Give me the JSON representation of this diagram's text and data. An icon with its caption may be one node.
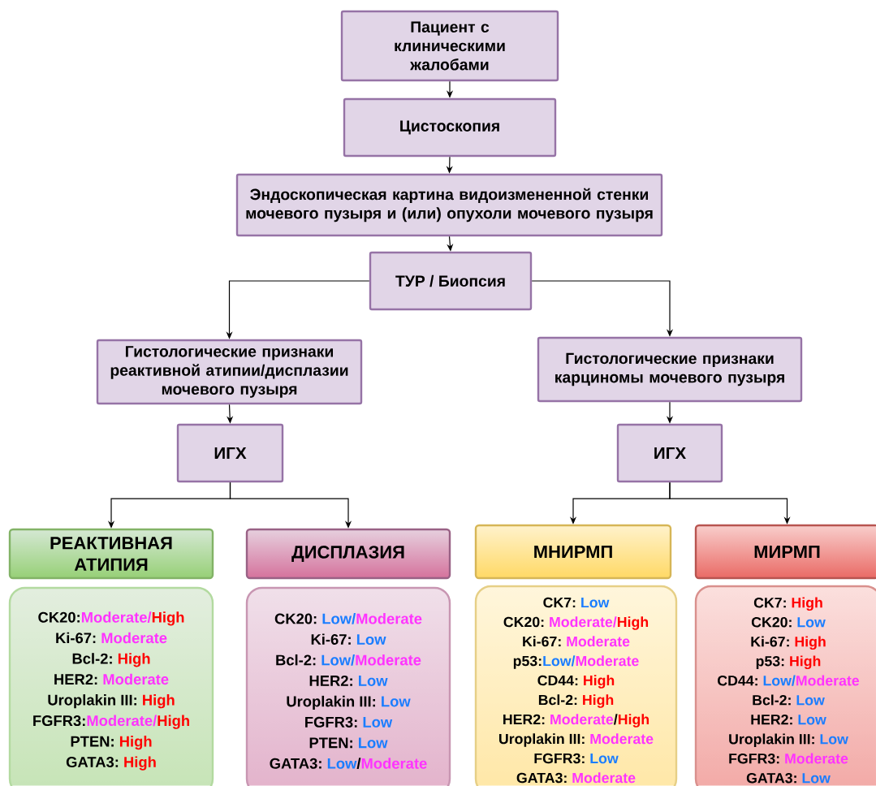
{
  "diagram": {
    "nodes": [
      {
        "text": [
          "Пациент с клиническими жалобами"
        ]
      },
      {
        "text": [
          "Цистоскопия"
        ]
      },
      {
        "text": [
          "Эндоскопическая картина видоизмененной стенки мочевого пузыря и (или) опухоли мочевого пузыря"
        ]
      },
      {
        "text": [
          "ТУР / Биопсия"
        ]
      },
      {
        "text": [
          "Гистологические признаки реактивной атипии/дисплазии мочевого пузыря"
        ]
      },
      {
        "text": [
          "Гистологические признаки карциномы мочевого пузыря"
        ]
      },
      {
        "text": [
          "ИГХ"
        ]
      },
      {
        "text": [
          "ИГХ"
        ]
      },
      {
        "text": [
          "РЕАКТИВНАЯ АТИПИЯ"
        ]
      },
      {
        "text": [
          "ДИСПЛАЗИЯ"
        ]
      },
      {
        "text": [
          "МНИРМП"
        ]
      },
      {
        "text": [
          "МИРМП"
        ]
      },
      {
        "text": [
          "CK20:",
          "Moderate/",
          "High",
          "Ki-67:",
          "Moderate",
          "Bcl-2:",
          "High",
          "HER2:",
          "Moderate",
          "Uroplakin III:",
          "High",
          "FGFR3:",
          "Moderate/",
          "High",
          "PTEN:",
          "High",
          "GATA3:",
          "High"
        ]
      },
      {
        "text": [
          "CK20:",
          "Low/",
          "Moderate",
          "Ki-67:",
          "Low",
          "Bcl-2:",
          "Low/",
          "Moderate",
          "HER2:",
          "Low",
          "Uroplakin III:",
          "Low",
          "FGFR3:",
          "Low",
          "PTEN:",
          "Low",
          "GATA3:",
          "Low",
          "/",
          "Moderate"
        ]
      },
      {
        "text": [
          "CK7:",
          "Low",
          "CK20:",
          "Moderate/",
          "High",
          "Ki-67:",
          "Moderate",
          "p53:",
          "Low/",
          "Moderate",
          "CD44:",
          "High",
          "Bcl-2:",
          "High",
          "HER2:",
          "Moderate",
          "/",
          "High",
          "Uroplakin III:",
          "Moderate",
          "FGFR3:",
          "Low",
          "GATA3:",
          "Moderate"
        ]
      },
      {
        "text": [
          "CK7:",
          "High",
          "CK20:",
          "Low",
          "Ki-67:",
          "High",
          "p53:",
          "High",
          "CD44:",
          "Low/",
          "Moderate",
          "Bcl-2:",
          "Low",
          "HER2:",
          "Low",
          "Uroplakin III:",
          "Low",
          "FGFR3:",
          "Moderate",
          "GATA3:",
          "Low"
        ]
      }
    ],
    "edges": [
      {
        "from": 0,
        "to": 1,
        "arrow": "to"
      },
      {
        "from": 1,
        "to": 2,
        "arrow": "to"
      },
      {
        "from": 2,
        "to": 3,
        "arrow": "to"
      },
      {
        "from": 3,
        "to": 4,
        "arrow": "to"
      },
      {
        "from": 3,
        "to": 5,
        "arrow": "to"
      },
      {
        "from": 4,
        "to": 6,
        "arrow": "to"
      },
      {
        "from": 5,
        "to": 7,
        "arrow": "to"
      },
      {
        "from": 6,
        "to": 8,
        "arrow": "to"
      },
      {
        "from": 6,
        "to": 9,
        "arrow": "to"
      },
      {
        "from": 7,
        "to": 10,
        "arrow": "to"
      },
      {
        "from": 7,
        "to": 11,
        "arrow": "to"
      }
    ]
  }
}
